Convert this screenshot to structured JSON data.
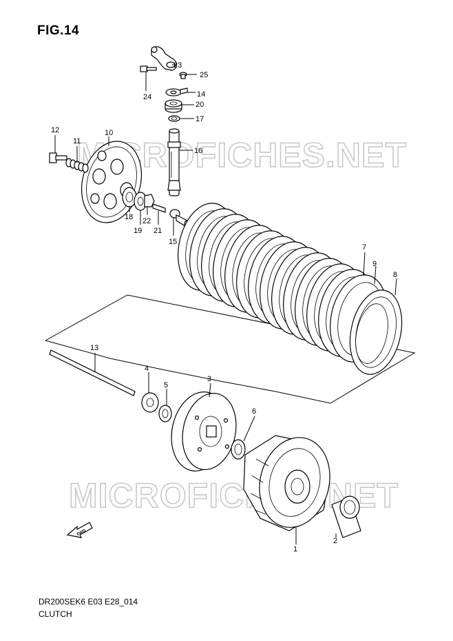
{
  "figure": {
    "title": "FIG.14",
    "code": "DR200SEK6 E03 E28_014",
    "name": "CLUTCH"
  },
  "watermark": "MICROFICHES.NET",
  "fwd_label": "FWD",
  "callouts": [
    {
      "id": "23",
      "label": "23"
    },
    {
      "id": "25",
      "label": "25"
    },
    {
      "id": "24",
      "label": "24"
    },
    {
      "id": "14",
      "label": "14"
    },
    {
      "id": "20",
      "label": "20"
    },
    {
      "id": "17",
      "label": "17"
    },
    {
      "id": "16",
      "label": "16"
    },
    {
      "id": "12",
      "label": "12"
    },
    {
      "id": "11",
      "label": "11"
    },
    {
      "id": "10",
      "label": "10"
    },
    {
      "id": "18",
      "label": "18"
    },
    {
      "id": "22",
      "label": "22"
    },
    {
      "id": "19",
      "label": "19"
    },
    {
      "id": "21",
      "label": "21"
    },
    {
      "id": "15",
      "label": "15"
    },
    {
      "id": "7",
      "label": "7"
    },
    {
      "id": "9",
      "label": "9"
    },
    {
      "id": "8",
      "label": "8"
    },
    {
      "id": "13",
      "label": "13"
    },
    {
      "id": "4",
      "label": "4"
    },
    {
      "id": "5",
      "label": "5"
    },
    {
      "id": "3",
      "label": "3"
    },
    {
      "id": "6",
      "label": "6"
    },
    {
      "id": "1",
      "label": "1"
    },
    {
      "id": "2",
      "label": "2"
    }
  ]
}
